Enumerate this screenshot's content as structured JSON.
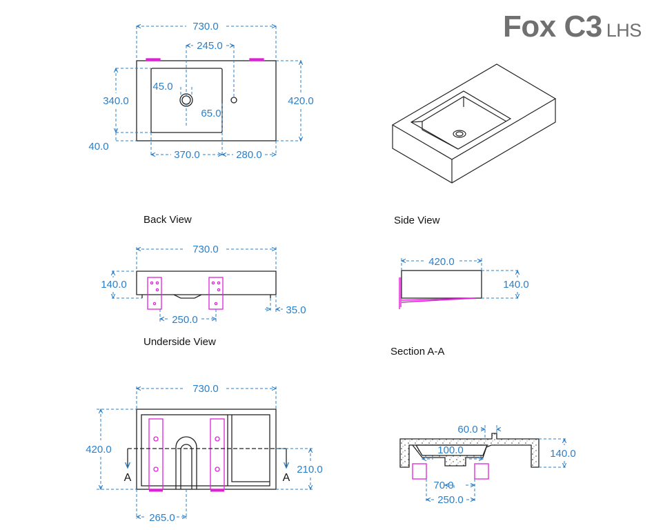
{
  "title": {
    "model": "Fox C3",
    "variant": "LHS"
  },
  "colors": {
    "dimension": "#2a7fc9",
    "outline": "#222222",
    "bracket": "#e020d8"
  },
  "labels": {
    "back_view": "Back View",
    "side_view": "Side View",
    "underside_view": "Underside View",
    "section": "Section A-A",
    "section_mark": "A"
  },
  "dims": {
    "top": {
      "width": "730.0",
      "waste_offset": "245.0",
      "waste_dia": "45.0",
      "depth_inner": "340.0",
      "depth": "420.0",
      "waste_from_bowl": "65.0",
      "rim": "40.0",
      "bowl_width": "370.0",
      "deck_width": "280.0"
    },
    "back": {
      "width": "730.0",
      "height": "140.0",
      "bracket_spacing": "250.0",
      "lip": "35.0"
    },
    "side": {
      "depth": "420.0",
      "height": "140.0"
    },
    "underside": {
      "width": "730.0",
      "depth": "420.0",
      "section_offset": "210.0",
      "waste_offset": "265.0"
    },
    "section": {
      "lip": "60.0",
      "bowl_depth": "100.0",
      "height": "140.0",
      "bracket_width": "70.0",
      "bracket_spacing": "250.0"
    }
  }
}
